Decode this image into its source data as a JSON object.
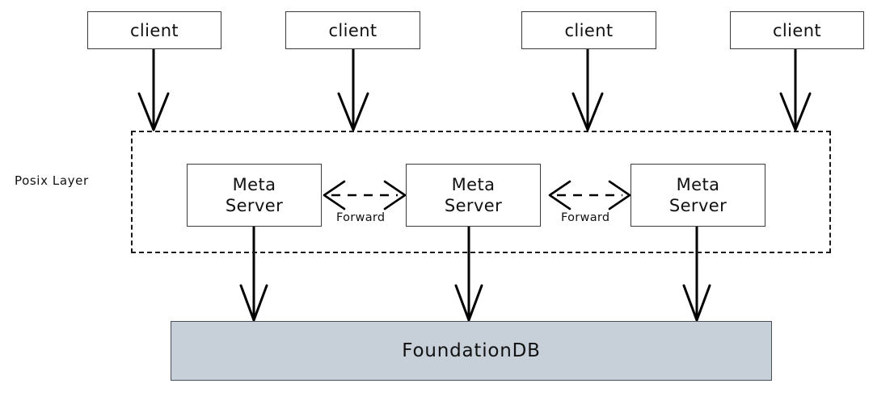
{
  "diagram": {
    "title": "Posix Layer / Meta Server / FoundationDB architecture",
    "colors": {
      "background": "#ffffff",
      "node_fill": "#ffffff",
      "node_stroke": "#3b3b3b",
      "dashed_stroke": "#1a1a1a",
      "arrow_stroke": "#000000",
      "db_fill": "#c7cfd9",
      "db_stroke": "#4a4f57",
      "text": "#111111"
    },
    "clients": [
      {
        "label": "client"
      },
      {
        "label": "client"
      },
      {
        "label": "client"
      },
      {
        "label": "client"
      }
    ],
    "posix_layer": {
      "label": "Posix Layer"
    },
    "meta_servers": [
      {
        "line1": "Meta",
        "line2": "Server"
      },
      {
        "line1": "Meta",
        "line2": "Server"
      },
      {
        "line1": "Meta",
        "line2": "Server"
      }
    ],
    "forward_edges": [
      {
        "label": "Forward"
      },
      {
        "label": "Forward"
      }
    ],
    "database": {
      "label": "FoundationDB"
    }
  }
}
